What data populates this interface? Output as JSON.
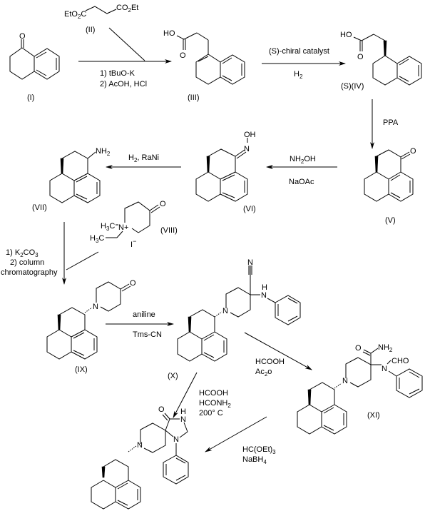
{
  "title": "Synthesis scheme of a spiro-imidazolidinone piperidine on a hexahydrophenalene scaffold",
  "colors": {
    "ink": "#000000",
    "background": "#ffffff"
  },
  "compounds": [
    {
      "id": "I",
      "label": "(I)",
      "description": "1-tetralone",
      "atom_labels": [
        "O"
      ]
    },
    {
      "id": "II",
      "label": "(II)",
      "description": "diethyl succinate",
      "atom_labels": [
        "EtO2C",
        "CO2Et"
      ],
      "formula_left": "EtO",
      "formula_left_sub": "2",
      "formula_left_end": "C",
      "formula_right": "CO",
      "formula_right_sub": "2",
      "formula_right_end": "Et"
    },
    {
      "id": "III",
      "label": "(III)",
      "description": "3-(3,4-dihydronaphthalen-1-yl)propanoic acid",
      "atom_labels": [
        "HO",
        "O"
      ]
    },
    {
      "id": "IV",
      "label": "(S)(IV)",
      "description": "(S)-3-(1,2,3,4-tetrahydronaphthalen-1-yl)propanoic acid",
      "atom_labels": [
        "HO",
        "O"
      ]
    },
    {
      "id": "V",
      "label": "(V)",
      "description": "tricyclic ketone",
      "atom_labels": [
        "O"
      ]
    },
    {
      "id": "VI",
      "label": "(VI)",
      "description": "oxime",
      "atom_labels": [
        "OH",
        "N"
      ]
    },
    {
      "id": "VII",
      "label": "(VII)",
      "description": "primary amine",
      "atom_labels": [
        "NH",
        "2"
      ]
    },
    {
      "id": "VIII",
      "label": "(VIII)",
      "description": "1-ethyl-1-methyl-4-oxopiperidinium iodide",
      "atom_labels": [
        "H3C",
        "N+",
        "O",
        "I−"
      ],
      "methyl": "H",
      "methyl_sub": "3",
      "methyl_end": "C",
      "n_plus": "N+",
      "iodide": "I",
      "iodide_charge": "−"
    },
    {
      "id": "IX",
      "label": "(IX)",
      "description": "piperidin-4-one derivative",
      "atom_labels": [
        "N",
        "O"
      ]
    },
    {
      "id": "X",
      "label": "(X)",
      "description": "4-anilino-4-cyanopiperidine derivative",
      "atom_labels": [
        "N",
        "H",
        "N"
      ]
    },
    {
      "id": "XI",
      "label": "(XI)",
      "description": "N-formyl anilide carboxamide",
      "atom_labels": [
        "O",
        "NH2",
        "N",
        "CHO"
      ],
      "nh2": "NH",
      "nh2_sub": "2",
      "cho": "CHO"
    },
    {
      "id": "final",
      "label": "",
      "description": "spiro imidazolidinone product",
      "atom_labels": [
        "O",
        "H",
        "N",
        "N",
        "N"
      ]
    }
  ],
  "steps": [
    {
      "from": "I",
      "to": "III",
      "with": "II",
      "conditions": [
        "1) tBuO-K",
        "2) AcOH, HCl"
      ]
    },
    {
      "from": "III",
      "to": "IV",
      "conditions": [
        "(S)-chiral catalyst",
        "H2"
      ],
      "cond2_main": "H",
      "cond2_sub": "2"
    },
    {
      "from": "IV",
      "to": "V",
      "conditions": [
        "PPA"
      ]
    },
    {
      "from": "V",
      "to": "VI",
      "conditions": [
        "NH2OH",
        "NaOAc"
      ],
      "cond1_a": "NH",
      "cond1_sub": "2",
      "cond1_b": "OH"
    },
    {
      "from": "VI",
      "to": "VII",
      "conditions": [
        "H2, RaNi"
      ],
      "cond1_a": "H",
      "cond1_sub": "2",
      "cond1_b": ",  RaNi"
    },
    {
      "from": "VII",
      "to": "IX",
      "with": "VIII",
      "conditions": [
        "1) K2CO3",
        "2) column",
        "chromatography"
      ],
      "cond1_a": "1) K",
      "cond1_sub1": "2",
      "cond1_b": "CO",
      "cond1_sub2": "3"
    },
    {
      "from": "IX",
      "to": "X",
      "conditions": [
        "aniline",
        "Tms-CN"
      ]
    },
    {
      "from": "X",
      "to": "XI",
      "conditions": [
        "HCOOH",
        "Ac2o"
      ],
      "cond2_a": "Ac",
      "cond2_sub": "2",
      "cond2_b": "o"
    },
    {
      "from": "X",
      "to": "final",
      "conditions": [
        "HCOOH",
        "HCONH2",
        "200° C"
      ],
      "cond2_a": "HCONH",
      "cond2_sub": "2"
    },
    {
      "from": "XI",
      "to": "final",
      "conditions": [
        "HC(OEt)3",
        "NaBH4"
      ],
      "cond1_a": "HC(OEt)",
      "cond1_sub": "3",
      "cond2_a": "NaBH",
      "cond2_sub": "4"
    }
  ]
}
